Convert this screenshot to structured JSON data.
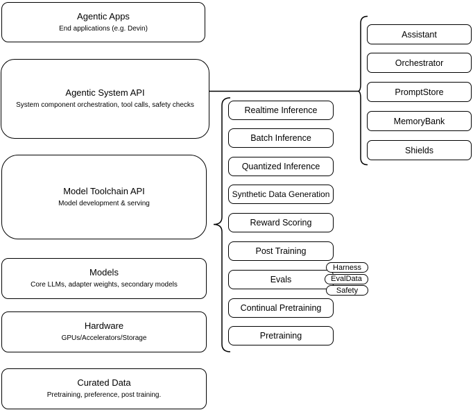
{
  "diagram": {
    "colors": {
      "stroke": "#000000",
      "fill": "#ffffff",
      "background": "#ffffff",
      "text": "#000000"
    },
    "left_stack": [
      {
        "title": "Agentic Apps",
        "subtitle": "End applications (e.g. Devin)"
      },
      {
        "title": "Agentic System API",
        "subtitle": "System component orchestration, tool calls, safety checks"
      },
      {
        "title": "Model Toolchain API",
        "subtitle": "Model development & serving"
      },
      {
        "title": "Models",
        "subtitle": "Core LLMs, adapter weights, secondary models"
      },
      {
        "title": "Hardware",
        "subtitle": "GPUs/Accelerators/Storage"
      },
      {
        "title": "Curated Data",
        "subtitle": "Pretraining, preference, post training."
      }
    ],
    "toolchain": {
      "items": [
        "Realtime Inference",
        "Batch Inference",
        "Quantized Inference",
        "Synthetic Data Generation",
        "Reward Scoring",
        "Post Training",
        "Evals",
        "Continual Pretraining",
        "Pretraining"
      ]
    },
    "evals_tags": [
      "Harness",
      "EvalData",
      "Safety"
    ],
    "components": [
      "Assistant",
      "Orchestrator",
      "PromptStore",
      "MemoryBank",
      "Shields"
    ]
  }
}
